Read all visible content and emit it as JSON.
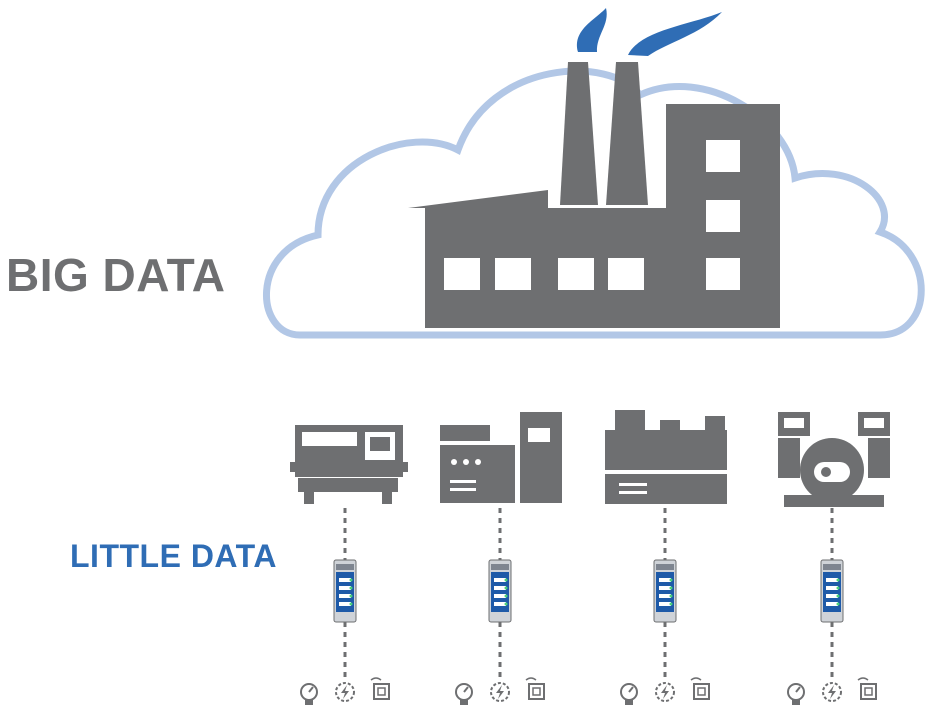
{
  "labels": {
    "big_data": "BIG DATA",
    "little_data": "LITTLE DATA"
  },
  "colors": {
    "gray": "#6e6f71",
    "blue": "#2f6db5",
    "cloud": "#b2c7e6",
    "device_blue": "#1e5aa8"
  },
  "machines": [
    {
      "kind": "cnc-machine"
    },
    {
      "kind": "packaging-machine"
    },
    {
      "kind": "lathe-machine"
    },
    {
      "kind": "robot-machine"
    }
  ],
  "sensor_icons": [
    "pressure-gauge-icon",
    "vibration-sensor-icon",
    "temperature-sensor-icon"
  ]
}
